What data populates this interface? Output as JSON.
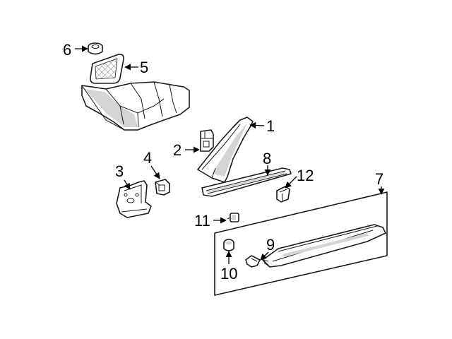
{
  "callouts": {
    "c1": "1",
    "c2": "2",
    "c3": "3",
    "c4": "4",
    "c5": "5",
    "c6": "6",
    "c7": "7",
    "c8": "8",
    "c9": "9",
    "c10": "10",
    "c11": "11",
    "c12": "12"
  },
  "colors": {
    "line": "#1a1a1a",
    "shade": "#d4d4d4",
    "background": "#ffffff"
  }
}
